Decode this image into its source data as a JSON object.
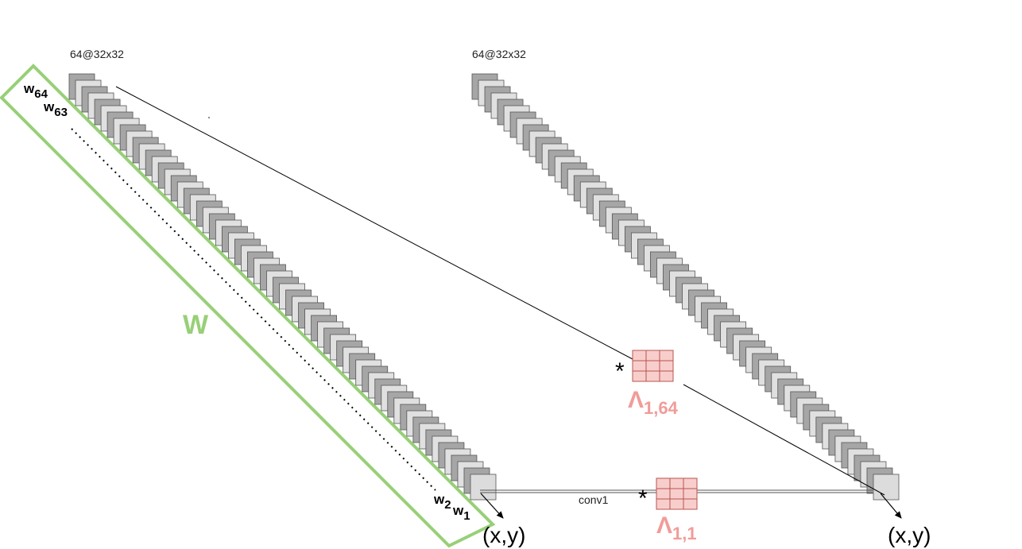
{
  "stacks": {
    "left": {
      "label": "64@32x32",
      "count": 64
    },
    "right": {
      "label": "64@32x32",
      "count": 64
    }
  },
  "weights": {
    "group_label": "W",
    "w64": {
      "base": "w",
      "sub": "64"
    },
    "w63": {
      "base": "w",
      "sub": "63"
    },
    "w2": {
      "base": "w",
      "sub": "2"
    },
    "w1": {
      "base": "w",
      "sub": "1"
    }
  },
  "kernels": {
    "top": {
      "base": "Λ",
      "sub": "1,64"
    },
    "bottom": {
      "base": "Λ",
      "sub": "1,1"
    }
  },
  "operator": "*",
  "conv_label": "conv1",
  "coord_left": "(x,y)",
  "coord_right": "(x,y)",
  "colors": {
    "green": "#97d077",
    "pink": "#f19c99",
    "kernel_fill": "#f8cecc",
    "kernel_stroke": "#b85450",
    "dark_sheet": "#a6a6a6",
    "light_sheet": "#e0e0e0"
  }
}
